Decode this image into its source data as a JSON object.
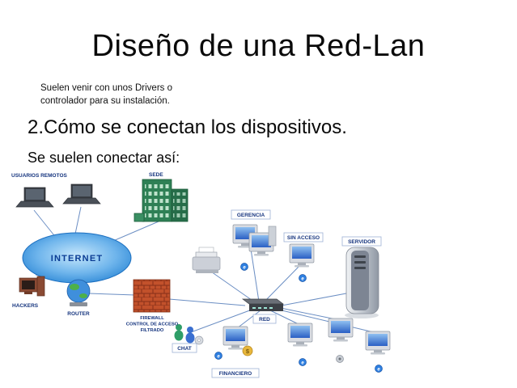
{
  "slide": {
    "title": "Diseño de una Red-Lan",
    "note": {
      "line1": "Suelen venir con unos Drivers o",
      "line2": "controlador para su instalación."
    },
    "heading": "2.Cómo se conectan los dispositivos.",
    "subheading": "Se suelen conectar así:"
  },
  "diagram": {
    "labels": {
      "usuarios_remotos": "USUARIOS REMOTOS",
      "sede": "SEDE",
      "internet": "INTERNET",
      "hackers": "HACKERS",
      "router": "ROUTER",
      "firewall1": "FIREWALL",
      "firewall2": "CONTROL DE ACCESO",
      "firewall3": "FILTRADO",
      "gerencia": "GERENCIA",
      "sin_acceso": "SIN ACCESO",
      "servidor": "SERVIDOR",
      "red": "RED",
      "chat": "CHAT",
      "financiero": "FINANCIERO"
    },
    "icons": {
      "ie_letter": "e",
      "dollar": "$"
    },
    "colors": {
      "label_text": "#16357f",
      "internet_edge": "#2280d2",
      "internet_center": "#c6e7fb",
      "connection_line": "#5b82bd",
      "firewall_brick": "#c2512b",
      "building_green": "#2e8055",
      "screen_blue": "#2a5fc4"
    }
  }
}
